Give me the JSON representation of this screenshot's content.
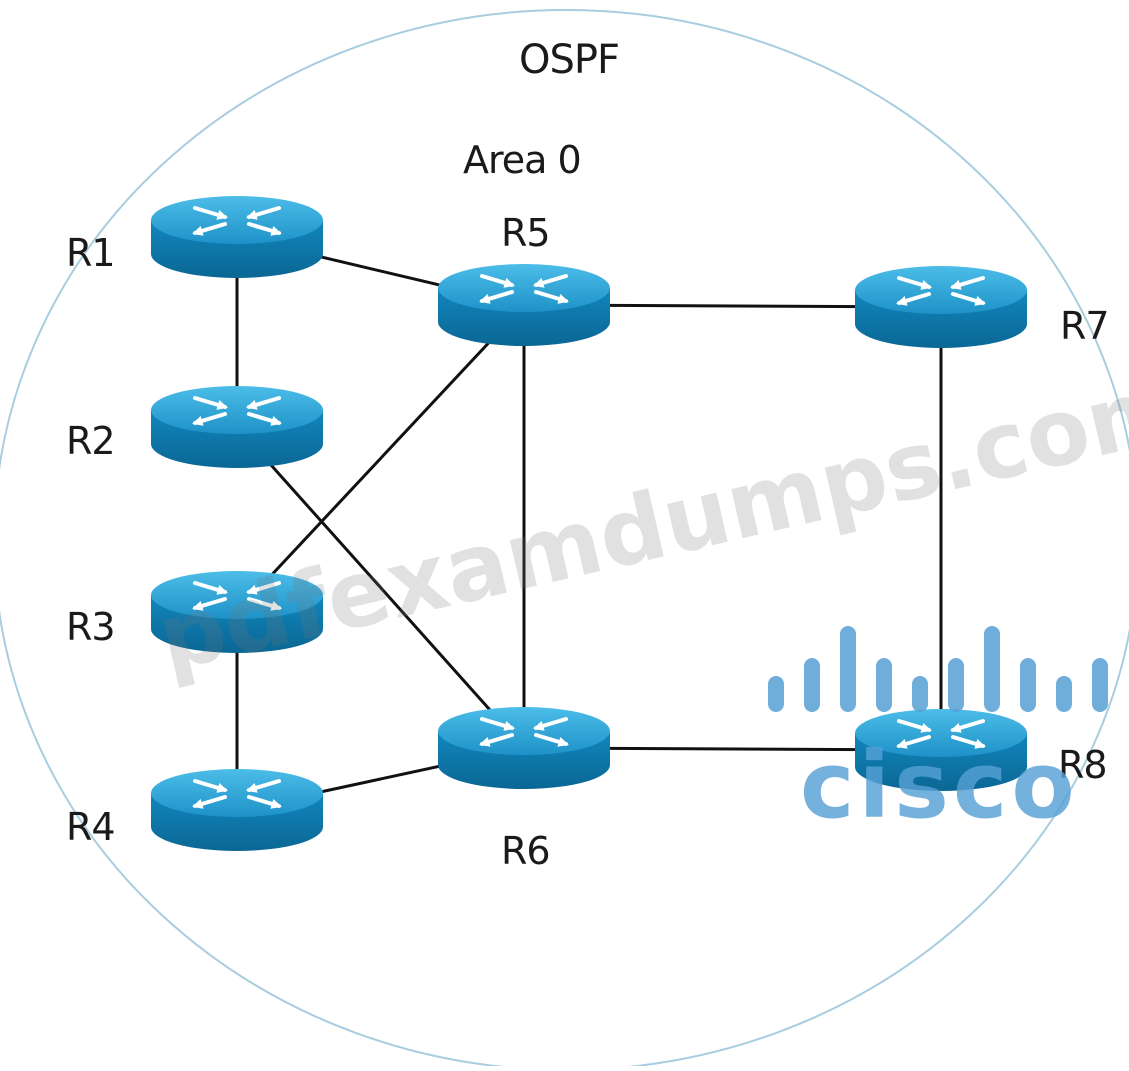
{
  "title": "OSPF",
  "area": "Area 0",
  "routers": [
    {
      "id": "R1",
      "label": "R1"
    },
    {
      "id": "R2",
      "label": "R2"
    },
    {
      "id": "R3",
      "label": "R3"
    },
    {
      "id": "R4",
      "label": "R4"
    },
    {
      "id": "R5",
      "label": "R5"
    },
    {
      "id": "R6",
      "label": "R6"
    },
    {
      "id": "R7",
      "label": "R7"
    },
    {
      "id": "R8",
      "label": "R8"
    }
  ],
  "links": [
    [
      "R1",
      "R2"
    ],
    [
      "R1",
      "R5"
    ],
    [
      "R2",
      "R6"
    ],
    [
      "R3",
      "R5"
    ],
    [
      "R3",
      "R4"
    ],
    [
      "R4",
      "R6"
    ],
    [
      "R5",
      "R6"
    ],
    [
      "R5",
      "R7"
    ],
    [
      "R6",
      "R8"
    ],
    [
      "R7",
      "R8"
    ]
  ],
  "watermark": "pdfexamdumps.com",
  "logo": "cisco",
  "colors": {
    "router_top": "#2aa3d6",
    "router_side": "#0e78aa",
    "boundary": "#a9cde0",
    "link": "#111111",
    "logo": "#56a0d4"
  }
}
